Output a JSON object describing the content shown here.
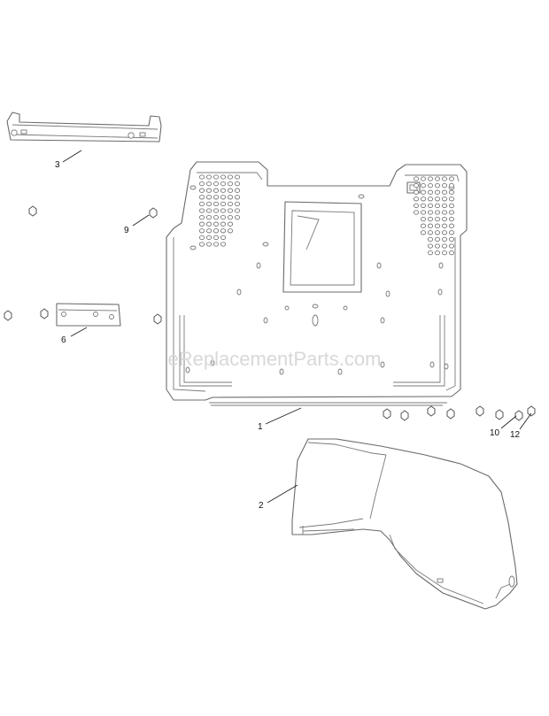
{
  "watermark": "eReplacementParts.com",
  "callouts": {
    "part_1": "1",
    "part_2": "2",
    "part_3": "3",
    "part_6": "6",
    "part_9": "9",
    "part_10": "10",
    "part_12": "12"
  },
  "colors": {
    "line": "#6b6b6b",
    "text": "#111111",
    "watermark": "#d8d8d8",
    "background": "#ffffff"
  }
}
